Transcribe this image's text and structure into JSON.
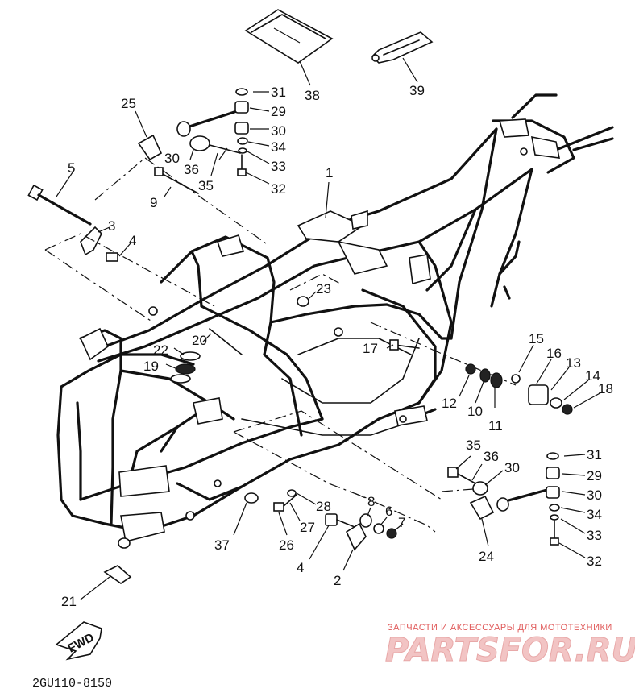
{
  "diagram": {
    "part_code": "2GU110-8150",
    "fwd_label": "FWD",
    "labels": [
      {
        "id": "p1",
        "text": "1"
      },
      {
        "id": "p2",
        "text": "2"
      },
      {
        "id": "p3",
        "text": "3"
      },
      {
        "id": "p4a",
        "text": "4"
      },
      {
        "id": "p4b",
        "text": "4"
      },
      {
        "id": "p5",
        "text": "5"
      },
      {
        "id": "p6",
        "text": "6"
      },
      {
        "id": "p7",
        "text": "7"
      },
      {
        "id": "p8",
        "text": "8"
      },
      {
        "id": "p9",
        "text": "9"
      },
      {
        "id": "p10",
        "text": "10"
      },
      {
        "id": "p11",
        "text": "11"
      },
      {
        "id": "p12",
        "text": "12"
      },
      {
        "id": "p13",
        "text": "13"
      },
      {
        "id": "p14",
        "text": "14"
      },
      {
        "id": "p15",
        "text": "15"
      },
      {
        "id": "p16",
        "text": "16"
      },
      {
        "id": "p17",
        "text": "17"
      },
      {
        "id": "p18",
        "text": "18"
      },
      {
        "id": "p19",
        "text": "19"
      },
      {
        "id": "p20",
        "text": "20"
      },
      {
        "id": "p21",
        "text": "21"
      },
      {
        "id": "p22",
        "text": "22"
      },
      {
        "id": "p23",
        "text": "23"
      },
      {
        "id": "p24",
        "text": "24"
      },
      {
        "id": "p25",
        "text": "25"
      },
      {
        "id": "p26",
        "text": "26"
      },
      {
        "id": "p27",
        "text": "27"
      },
      {
        "id": "p28",
        "text": "28"
      },
      {
        "id": "p29a",
        "text": "29"
      },
      {
        "id": "p29b",
        "text": "29"
      },
      {
        "id": "p30a",
        "text": "30"
      },
      {
        "id": "p30b",
        "text": "30"
      },
      {
        "id": "p30c",
        "text": "30"
      },
      {
        "id": "p30d",
        "text": "30"
      },
      {
        "id": "p31a",
        "text": "31"
      },
      {
        "id": "p31b",
        "text": "31"
      },
      {
        "id": "p32a",
        "text": "32"
      },
      {
        "id": "p32b",
        "text": "32"
      },
      {
        "id": "p33a",
        "text": "33"
      },
      {
        "id": "p33b",
        "text": "33"
      },
      {
        "id": "p34a",
        "text": "34"
      },
      {
        "id": "p34b",
        "text": "34"
      },
      {
        "id": "p35a",
        "text": "35"
      },
      {
        "id": "p35b",
        "text": "35"
      },
      {
        "id": "p36a",
        "text": "36"
      },
      {
        "id": "p36b",
        "text": "36"
      },
      {
        "id": "p37",
        "text": "37"
      },
      {
        "id": "p38",
        "text": "38"
      },
      {
        "id": "p39",
        "text": "39"
      }
    ]
  },
  "watermark": {
    "caption": "ЗАПЧАСТИ И АКСЕССУАРЫ ДЛЯ МОТОТЕХНИКИ",
    "logo_text": "PARTSFOR.RU",
    "color": "#e05a5a"
  }
}
